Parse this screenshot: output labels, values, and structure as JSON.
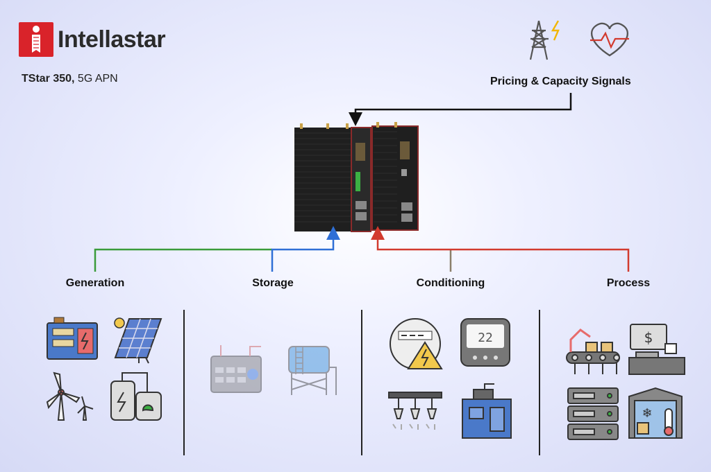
{
  "brand": {
    "name": "Intellastar",
    "accent": "#d9232a"
  },
  "subtitle": {
    "model": "TStar 350,",
    "variant": " 5G APN"
  },
  "signals": {
    "label": "Pricing & Capacity Signals",
    "icons": [
      "power-tower-icon",
      "heart-pulse-icon"
    ]
  },
  "categories": [
    {
      "label": "Generation",
      "color": "#3a9b3a",
      "icons": [
        "generator-icon",
        "solar-panel-icon",
        "wind-turbine-icon",
        "biogas-plant-icon"
      ]
    },
    {
      "label": "Storage",
      "color": "#2f6fd6",
      "icons": [
        "battery-icon",
        "water-tower-icon"
      ]
    },
    {
      "label": "Conditioning",
      "color": "#8a7f6a",
      "icons": [
        "electric-meter-icon",
        "thermostat-icon",
        "lighting-icon",
        "hvac-unit-icon"
      ]
    },
    {
      "label": "Process",
      "color": "#d23a2e",
      "icons": [
        "conveyor-robot-icon",
        "pos-terminal-icon",
        "server-rack-icon",
        "cold-storage-icon"
      ]
    }
  ]
}
